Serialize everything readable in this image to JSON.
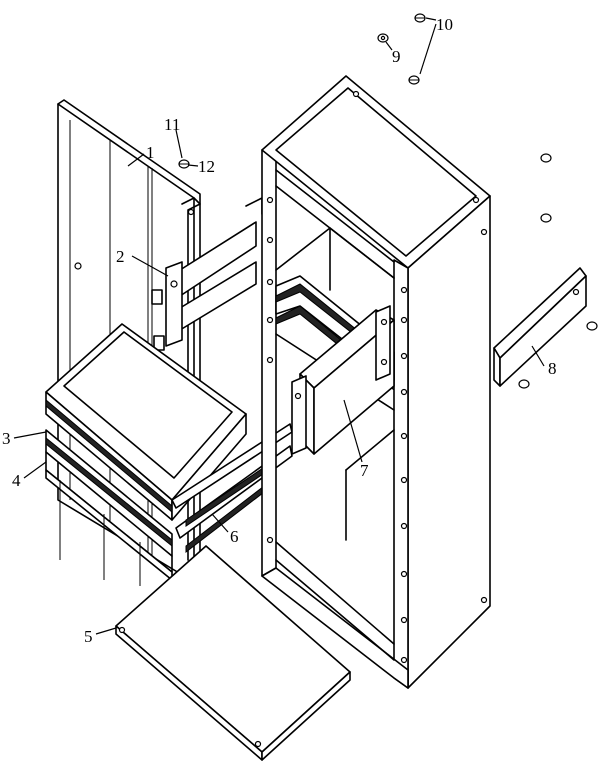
{
  "labels": [
    {
      "id": "part-1",
      "text": "1"
    },
    {
      "id": "part-2",
      "text": "2"
    },
    {
      "id": "part-3",
      "text": "3"
    },
    {
      "id": "part-4",
      "text": "4"
    },
    {
      "id": "part-5",
      "text": "5"
    },
    {
      "id": "part-6",
      "text": "6"
    },
    {
      "id": "part-7",
      "text": "7"
    },
    {
      "id": "part-8",
      "text": "8"
    },
    {
      "id": "part-9",
      "text": "9"
    },
    {
      "id": "part-10",
      "text": "10"
    },
    {
      "id": "part-11",
      "text": "11"
    },
    {
      "id": "part-12",
      "text": "12"
    }
  ]
}
